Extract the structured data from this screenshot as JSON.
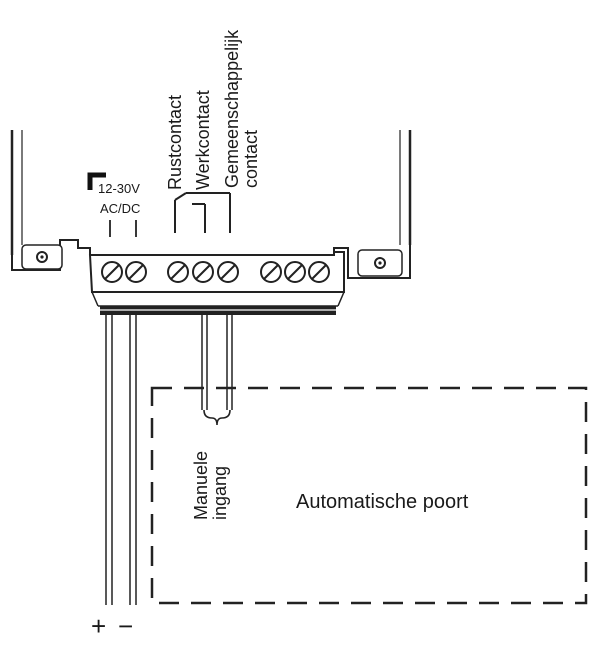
{
  "diagram": {
    "supply": {
      "voltage": "12-30V",
      "type": "AC/DC"
    },
    "contacts": {
      "normally_closed": "Rustcontact",
      "normally_open": "Werkcontact",
      "common_line1": "Gemeenschappelijk",
      "common_line2": "contact"
    },
    "manual_input": {
      "line1": "Manuele",
      "line2": "ingang"
    },
    "gate": {
      "label": "Automatische poort"
    },
    "polarity": {
      "plus": "+",
      "minus": "−"
    }
  }
}
